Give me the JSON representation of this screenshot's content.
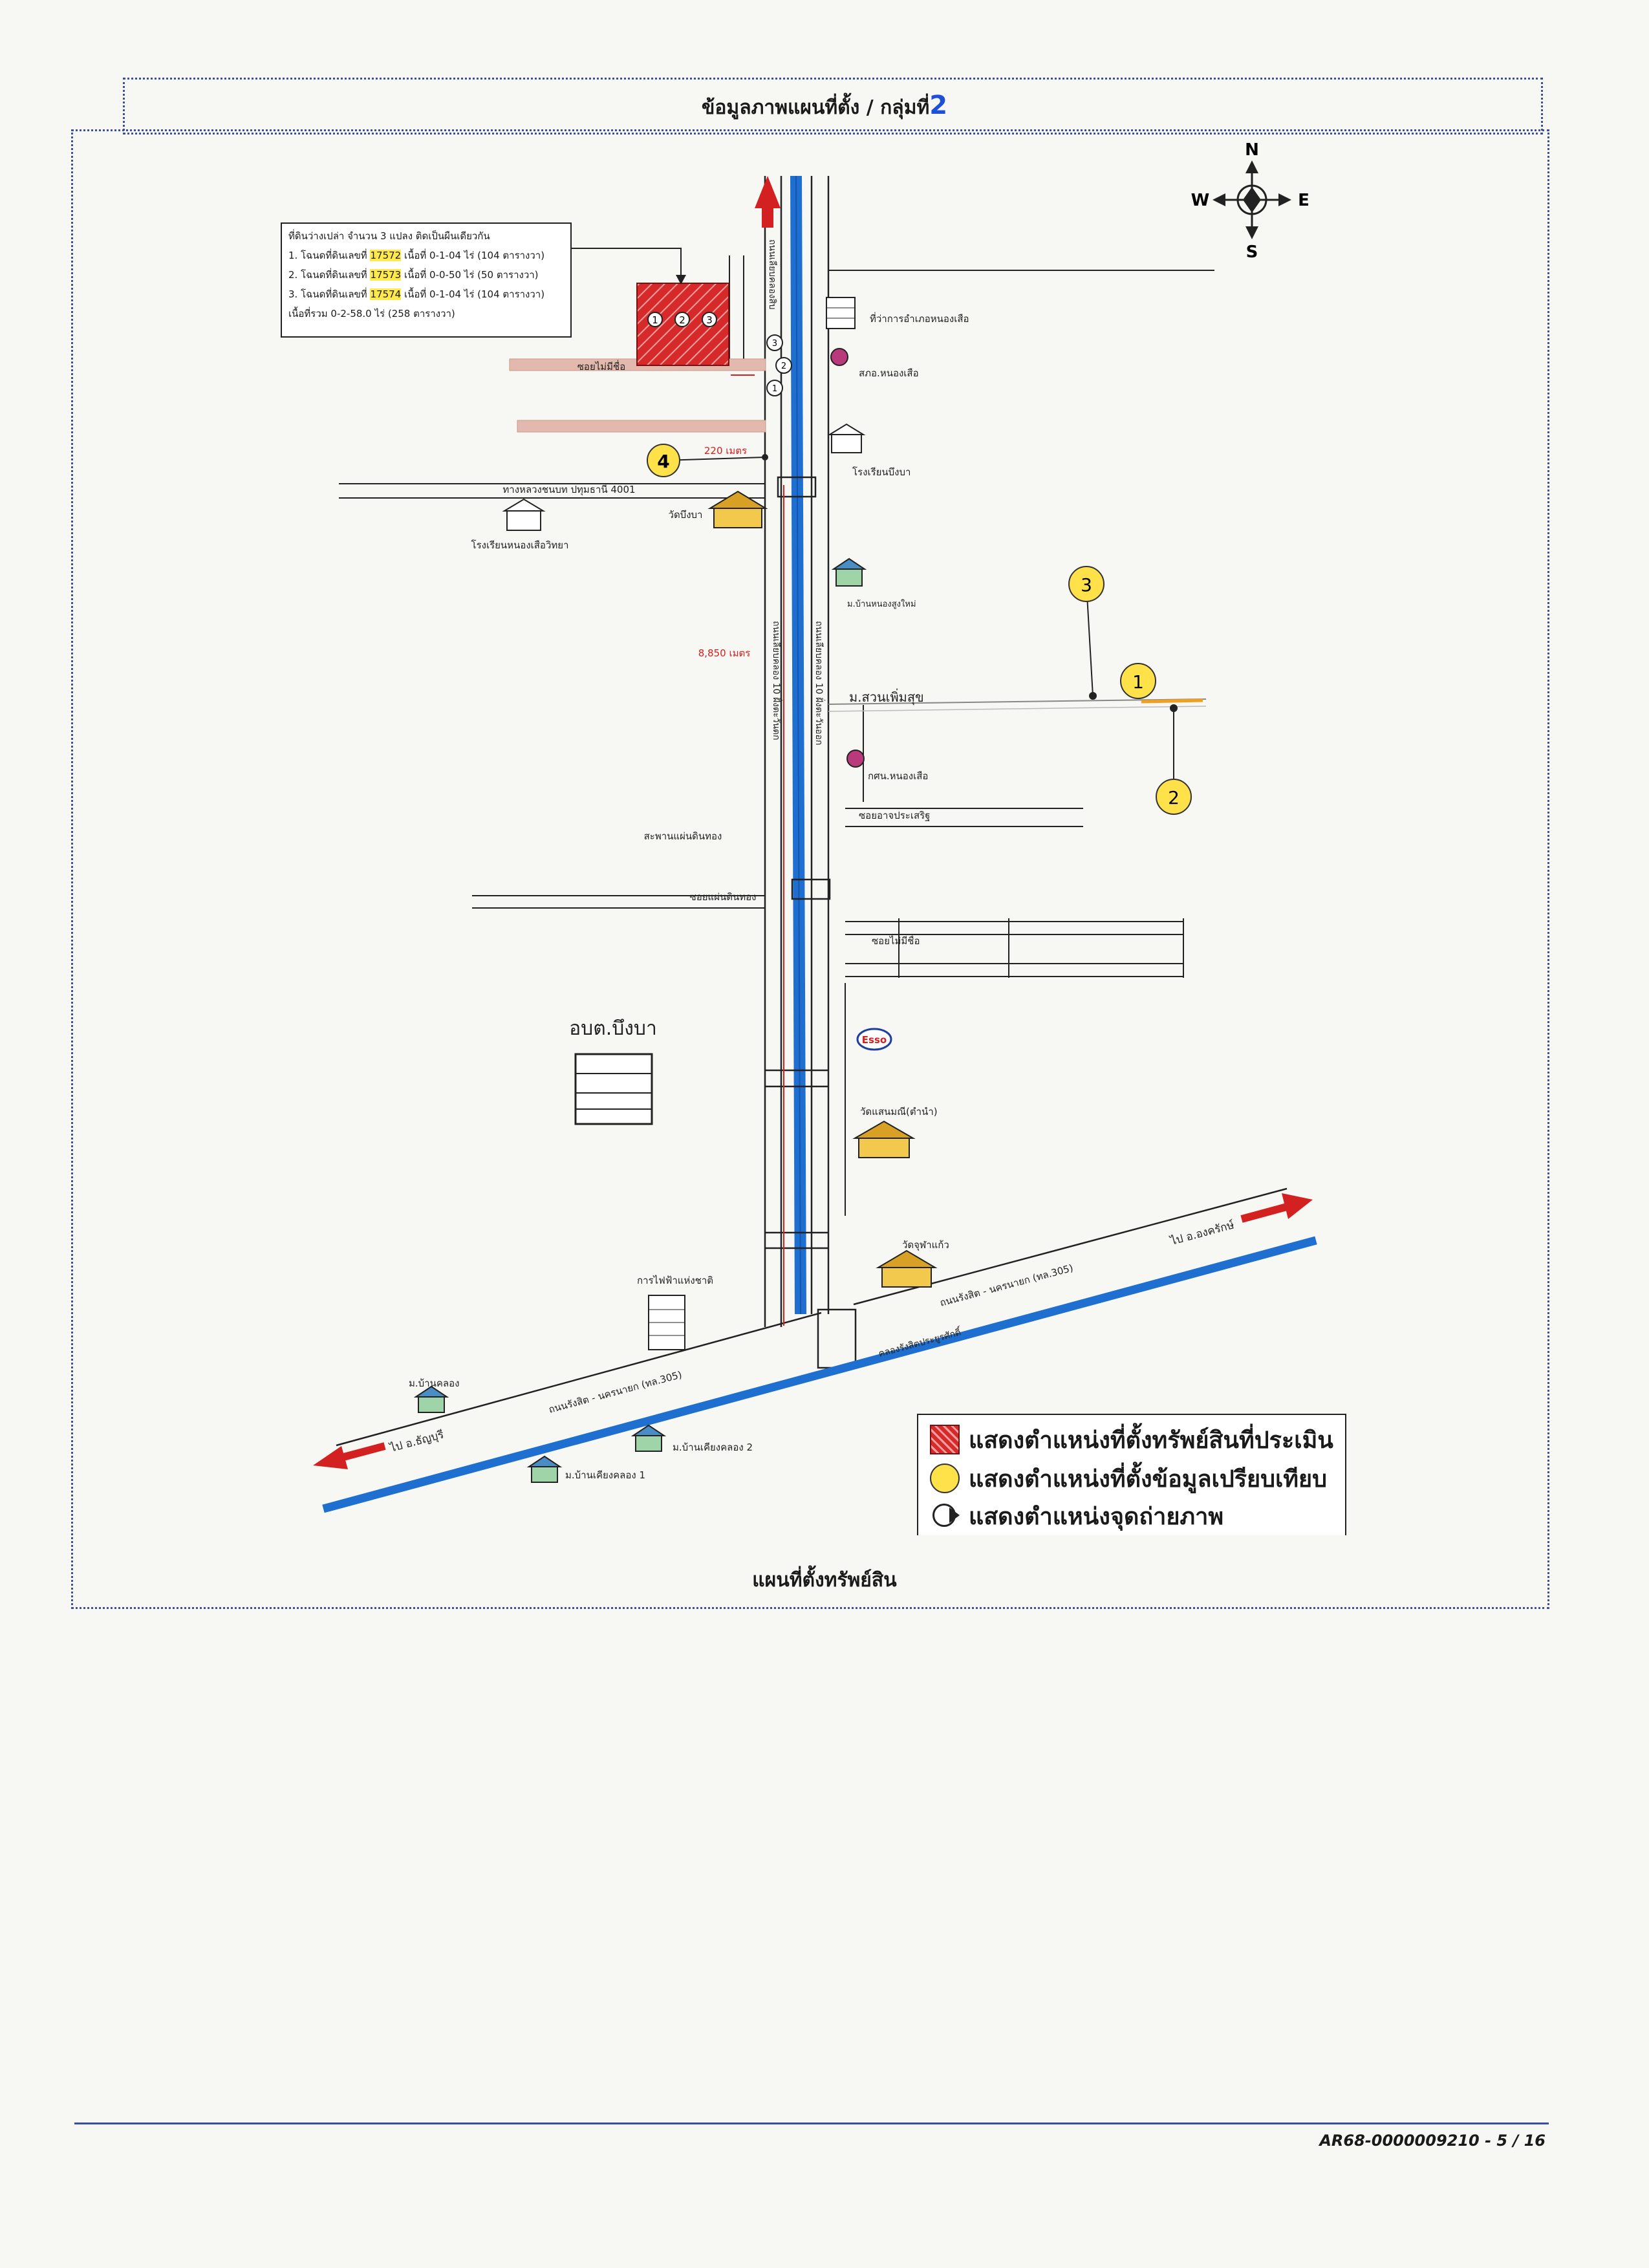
{
  "header": {
    "title": "ข้อมูลภาพแผนที่ตั้ง / กลุ่มที่",
    "group_number": "2"
  },
  "caption": "แผนที่ตั้งทรัพย์สิน",
  "footer": {
    "document_id": "AR68-0000009210 - 5 / 16"
  },
  "compass": {
    "n": "N",
    "s": "S",
    "e": "E",
    "w": "W"
  },
  "info_box": {
    "line1": "ที่ดินว่างเปล่า จำนวน 3 แปลง ติดเป็นผืนเดียวกัน",
    "line2_pre": "1. โฉนดที่ดินเลขที่",
    "line2_hl": "17572",
    "line2_post": "เนื้อที่ 0-1-04 ไร่ (104 ตารางวา)",
    "line3_pre": "2. โฉนดที่ดินเลขที่",
    "line3_hl": "17573",
    "line3_post": "เนื้อที่ 0-0-50 ไร่ (50 ตารางวา)",
    "line4_pre": "3. โฉนดที่ดินเลขที่",
    "line4_hl": "17574",
    "line4_post": "เนื้อที่ 0-1-04 ไร่ (104 ตารางวา)",
    "line5": "เนื้อที่รวม 0-2-58.0 ไร่ (258 ตารางวา)"
  },
  "labels": {
    "soi_mai_ruea": "ซอยไม่มีชื่อ",
    "soi_mai_ruea_2": "ซอยไม่มีชื่อ",
    "dist_220": "220 เมตร",
    "dist_8850": "8,850 เมตร",
    "road_4001": "ทางหลวงชนบท ปทุมธานี 4001",
    "school_nongsua": "โรงเรียนหนองเสือวิทยา",
    "wat_bueng_ba": "วัดบึงบา",
    "district_office": "ที่ว่าการอำเภอหนองเสือ",
    "police_station": "สภอ.หนองเสือ",
    "school_bueng_ba": "โรงเรียนบึงบา",
    "village_nongsua": "ม.บ้านหนองสูงใหม่",
    "road_canal_west": "ถนนเลียบคลอง 10 ฝั่งตะวันตก",
    "road_canal_east": "ถนนเลียบคลอง 10 ฝั่งตะวันออก",
    "road_top_canal": "ถนนเลียบคลองสิบ",
    "suan_phoem_suk": "ม.สวนเพิ่มสุข",
    "gov_nongsua": "กศน.หนองเสือ",
    "soi_prasertsri": "ซอยอาจประเสริฐ",
    "bridge_phanthong": "สะพานแผ่นดินทอง",
    "soi_phanthong": "ซอยแผ่นดินทอง",
    "obt_bueng_ba": "อบต.บึงบา",
    "esso": "Esso",
    "wat_saen": "วัดแสนมณี(ตำนำ)",
    "wat_chulakaew": "วัดจุฬาแก้ว",
    "electricity": "การไฟฟ้าแห่งชาติ",
    "village_bankhlong": "ม.บ้านคลอง",
    "road_305_a": "ถนนรังสิต - นครนายก (ทล.305)",
    "road_305_b": "ถนนรังสิต - นครนายก (ทล.305)",
    "canal_rangsit": "คลองรังสิตประยูรศักดิ์",
    "to_thanyaburi": "ไป อ.ธัญบุรี",
    "to_ongkharak": "ไป อ.องครักษ์",
    "village_ban_khiao_2": "ม.บ้านเคียงคลอง 2",
    "village_ban_khiao_1": "ม.บ้านเคียงคลอง 1"
  },
  "markers": {
    "comparables": [
      "1",
      "2",
      "3",
      "4"
    ],
    "plots": [
      "1",
      "2",
      "3"
    ],
    "photo_points": [
      "3",
      "2",
      "1"
    ]
  },
  "legend": {
    "subject": "แสดงตำแหน่งที่ตั้งทรัพย์สินที่ประเมิน",
    "comparable": "แสดงตำแหน่งที่ตั้งข้อมูลเปรียบเทียบ",
    "photo": "แสดงตำแหน่งจุดถ่ายภาพ"
  },
  "colors": {
    "canal_blue": "#1e6fd0",
    "subject_red": "#d62a2a",
    "marker_yellow": "#ffe14a",
    "arrow_red": "#d32020",
    "soi_pink": "#e3b9ad",
    "frame_blue": "#3d4ea0"
  }
}
